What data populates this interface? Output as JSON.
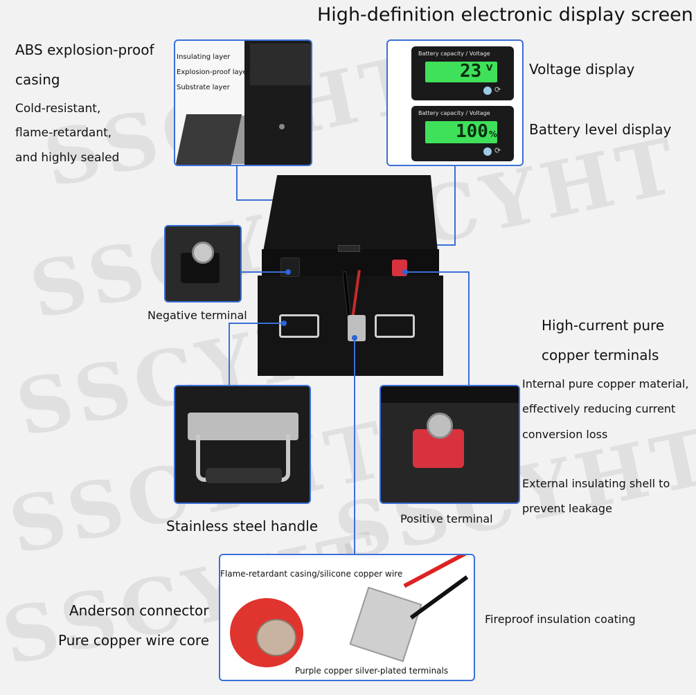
{
  "watermark": "SSCYHT",
  "header": {
    "title": "High-definition electronic display screen"
  },
  "casing": {
    "title_line1": "ABS explosion-proof",
    "title_line2": "casing",
    "desc_line1": "Cold-resistant,",
    "desc_line2": "flame-retardant,",
    "desc_line3": "and highly sealed",
    "layers": [
      "Insulating layer",
      "Explosion-proof layer",
      "Substrate layer"
    ]
  },
  "display": {
    "voltage_label": "Voltage display",
    "level_label": "Battery level display",
    "screen_caption": "Battery capacity / Voltage",
    "voltage_value": "23",
    "voltage_unit": "V",
    "level_value": "100",
    "level_unit": "%"
  },
  "terminals": {
    "negative_label": "Negative terminal",
    "positive_label": "Positive terminal",
    "copper_title_line1": "High-current pure",
    "copper_title_line2": "copper terminals",
    "copper_desc_line1": "Internal pure copper material,",
    "copper_desc_line2": "effectively reducing current",
    "copper_desc_line3": "conversion loss",
    "shell_desc_line1": "External insulating shell to",
    "shell_desc_line2": "prevent leakage"
  },
  "handle": {
    "label": "Stainless steel handle"
  },
  "connector": {
    "title": "Anderson connector",
    "core": "Pure copper wire core",
    "casing_note": "Flame-retardant casing/silicone copper wire",
    "coating_note": "Fireproof insulation coating",
    "terminals_note": "Purple copper silver-plated terminals"
  },
  "colors": {
    "accent": "#3a6fd8",
    "lcd_green": "#3fe05a",
    "positive_red": "#d9323f",
    "battery_black": "#141414"
  }
}
